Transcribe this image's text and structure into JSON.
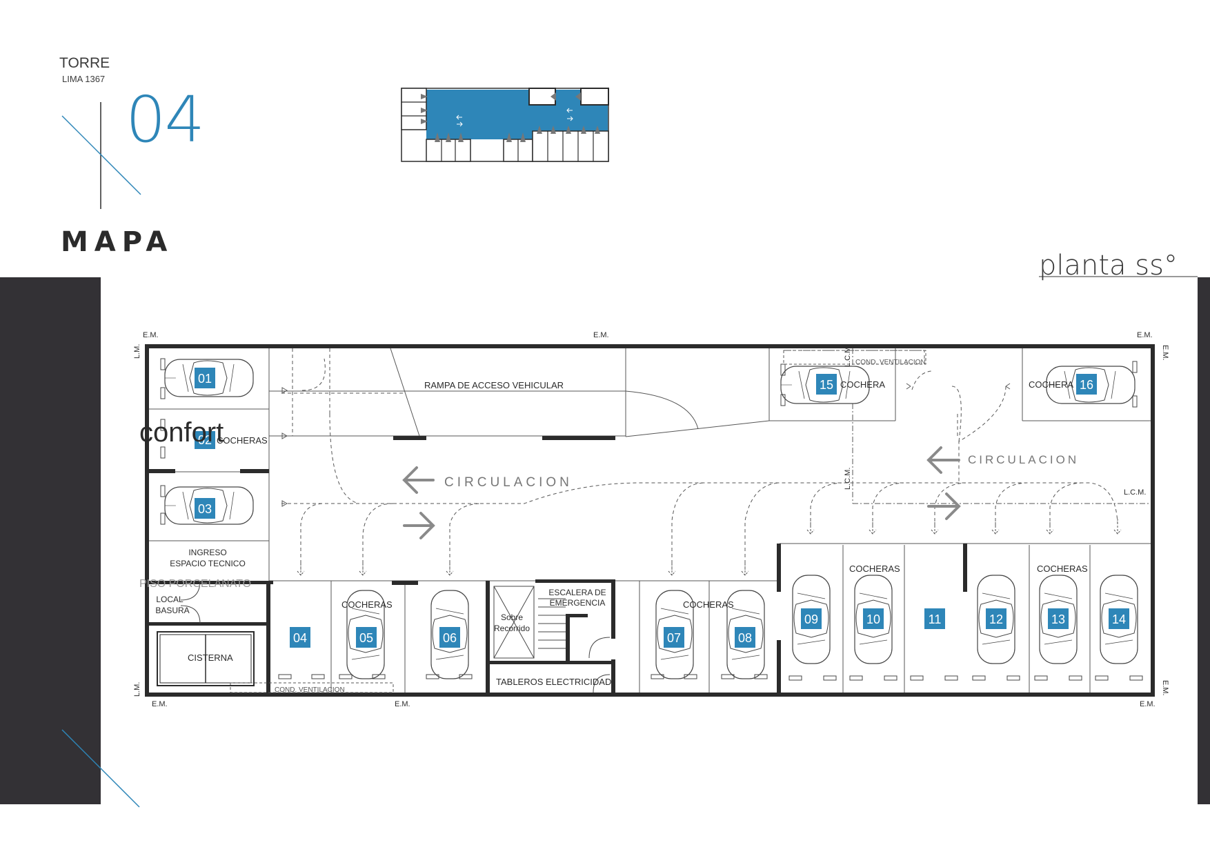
{
  "header": {
    "building": "TORRE",
    "address": "LIMA 1367",
    "page_number": "04",
    "section_title": "MAPA",
    "floor_title": "planta ss°"
  },
  "colors": {
    "accent": "#2e86b8",
    "dark_band": "#333135",
    "wall": "#2b2b2b",
    "arrow_gray": "#8a8a8a"
  },
  "plan": {
    "markers": {
      "em": "E.M.",
      "lm": "L.M.",
      "lcm": "L.C.M."
    },
    "ramp_label": "RAMPA DE ACCESO VEHICULAR",
    "circulation_label": "CIRCULACION",
    "ventilation_label": "COND. VENTILACION",
    "spaces": [
      "01",
      "02",
      "03",
      "04",
      "05",
      "06",
      "07",
      "08",
      "09",
      "10",
      "11",
      "12",
      "13",
      "14",
      "15",
      "16"
    ],
    "cocheras_label": "COCHERAS",
    "cochera_label": "COCHERA",
    "ingreso_line1": "INGRESO",
    "ingreso_line2": "ESPACIO TECNICO",
    "piso_label": "PISO PORCELANATO",
    "local_line1": "LOCAL",
    "local_line2": "BASURA",
    "cisterna_label": "CISTERNA",
    "escalera_line1": "ESCALERA DE",
    "escalera_line2": "EMERGENCIA",
    "sobre_line1": "Sobre",
    "sobre_line2": "Recorrido",
    "tableros_label": "TABLEROS ELECTRICIDAD",
    "confort_label": "confort"
  }
}
